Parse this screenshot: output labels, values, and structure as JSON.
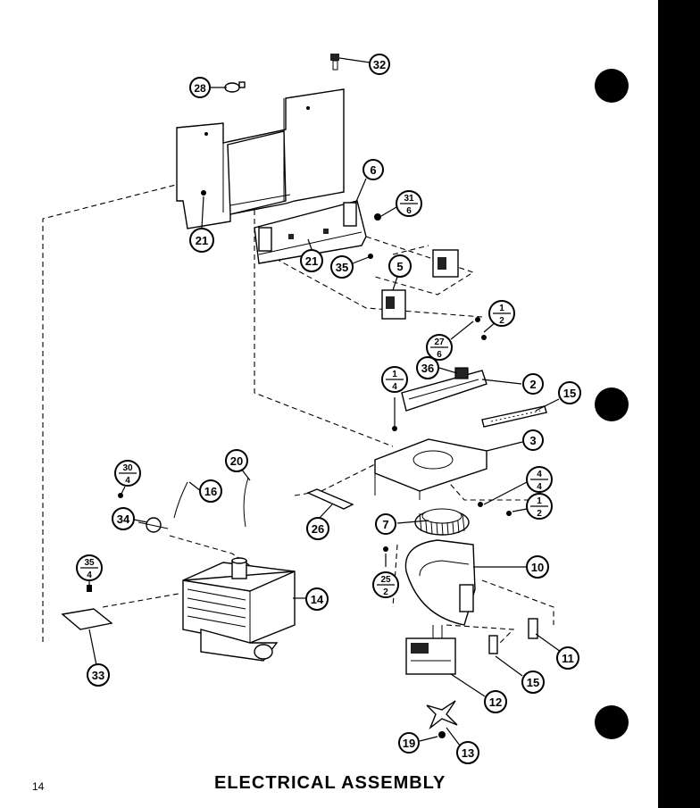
{
  "page": {
    "title": "ELECTRICAL ASSEMBLY",
    "page_number": "14"
  },
  "callouts": [
    {
      "id": "c32",
      "label": "32"
    },
    {
      "id": "c28",
      "label": "28"
    },
    {
      "id": "c6",
      "label": "6"
    },
    {
      "id": "c31-6",
      "top": "31",
      "bottom": "6"
    },
    {
      "id": "c21a",
      "label": "21"
    },
    {
      "id": "c21b",
      "label": "21"
    },
    {
      "id": "c35a",
      "label": "35"
    },
    {
      "id": "c5",
      "label": "5"
    },
    {
      "id": "c1-2a",
      "top": "1",
      "bottom": "2"
    },
    {
      "id": "c27-6",
      "top": "27",
      "bottom": "6"
    },
    {
      "id": "c36",
      "label": "36"
    },
    {
      "id": "c1-4",
      "top": "1",
      "bottom": "4"
    },
    {
      "id": "c2",
      "label": "2"
    },
    {
      "id": "c15a",
      "label": "15"
    },
    {
      "id": "c3",
      "label": "3"
    },
    {
      "id": "c4-4",
      "top": "4",
      "bottom": "4"
    },
    {
      "id": "c1-2b",
      "top": "1",
      "bottom": "2"
    },
    {
      "id": "c30-4",
      "top": "30",
      "bottom": "4"
    },
    {
      "id": "c20",
      "label": "20"
    },
    {
      "id": "c16",
      "label": "16"
    },
    {
      "id": "c34",
      "label": "34"
    },
    {
      "id": "c26",
      "label": "26"
    },
    {
      "id": "c7",
      "label": "7"
    },
    {
      "id": "c10",
      "label": "10"
    },
    {
      "id": "c25-2",
      "top": "25",
      "bottom": "2"
    },
    {
      "id": "c35-4",
      "top": "35",
      "bottom": "4"
    },
    {
      "id": "c14",
      "label": "14"
    },
    {
      "id": "c11",
      "label": "11"
    },
    {
      "id": "c15b",
      "label": "15"
    },
    {
      "id": "c12",
      "label": "12"
    },
    {
      "id": "c33",
      "label": "33"
    },
    {
      "id": "c19",
      "label": "19"
    },
    {
      "id": "c13",
      "label": "13"
    }
  ],
  "colors": {
    "ink": "#000000",
    "paper": "#ffffff"
  }
}
